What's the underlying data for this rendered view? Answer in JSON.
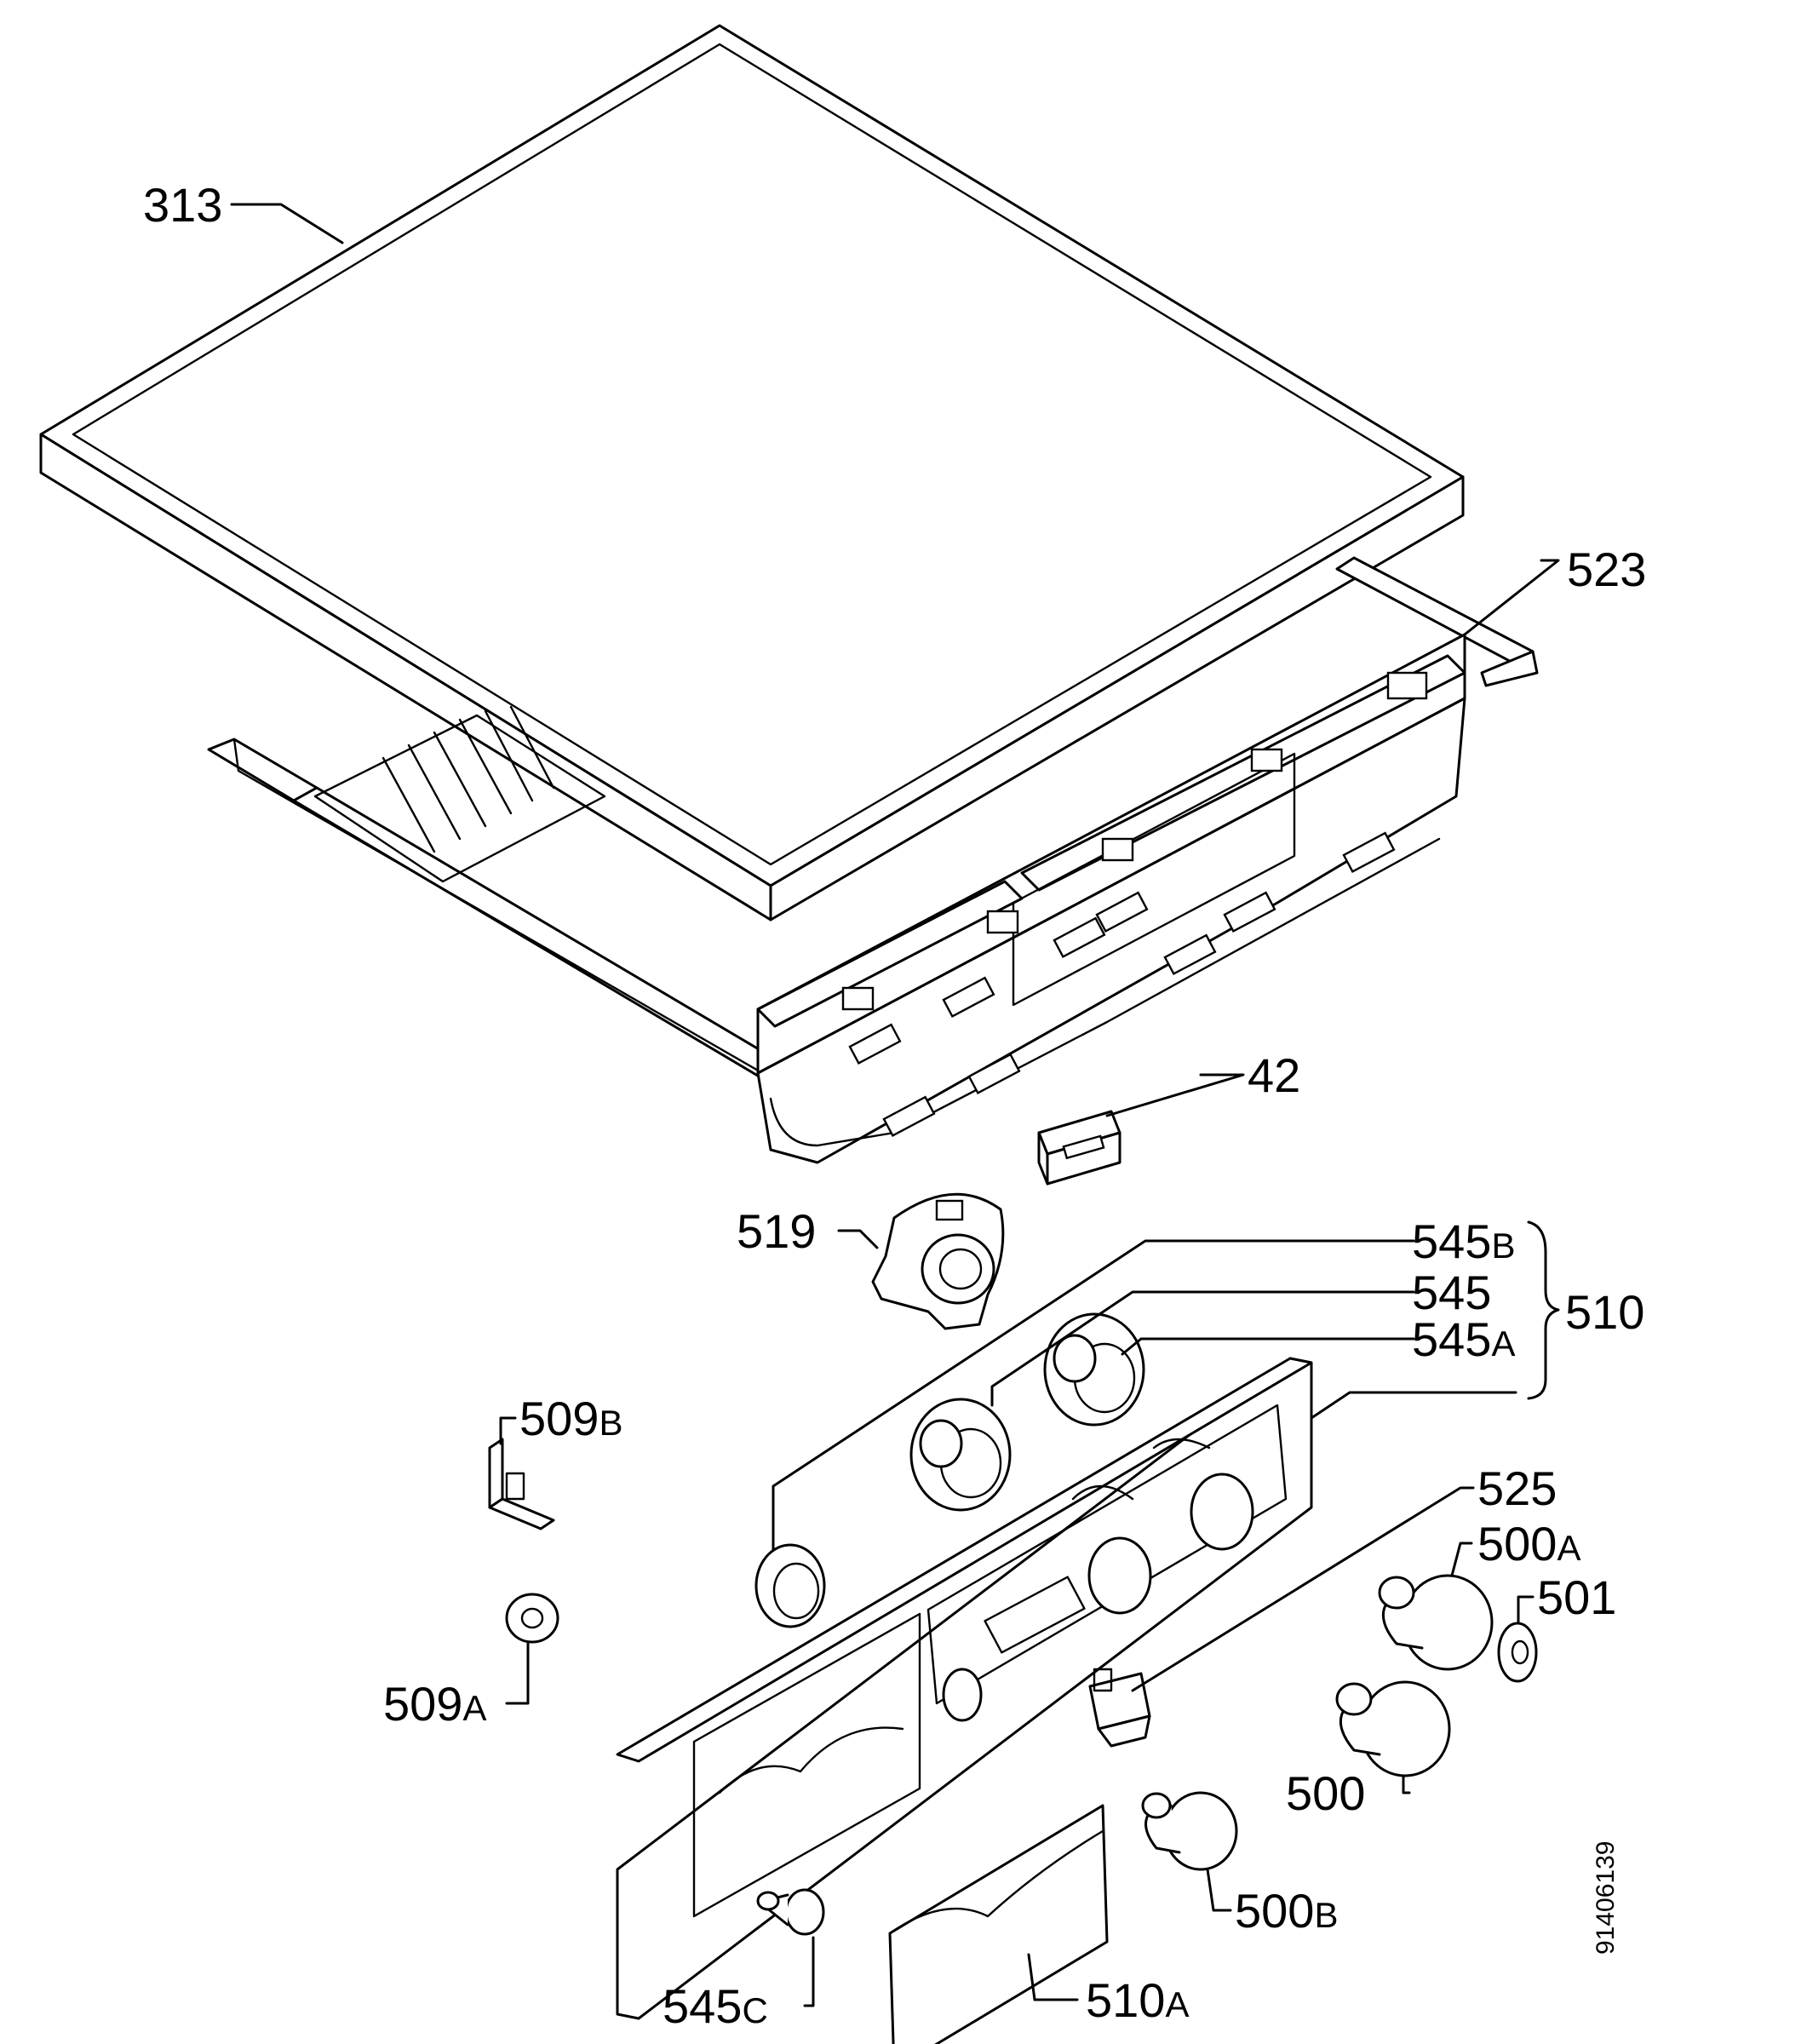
{
  "drawing_number": "91406139",
  "callouts": [
    {
      "id": "313",
      "main": "313",
      "suffix": ""
    },
    {
      "id": "523",
      "main": "523",
      "suffix": ""
    },
    {
      "id": "42",
      "main": "42",
      "suffix": ""
    },
    {
      "id": "519",
      "main": "519",
      "suffix": ""
    },
    {
      "id": "545b",
      "main": "545",
      "suffix": "B"
    },
    {
      "id": "545",
      "main": "545",
      "suffix": ""
    },
    {
      "id": "545a",
      "main": "545",
      "suffix": "A"
    },
    {
      "id": "510",
      "main": "510",
      "suffix": ""
    },
    {
      "id": "509b",
      "main": "509",
      "suffix": "B"
    },
    {
      "id": "509a",
      "main": "509",
      "suffix": "A"
    },
    {
      "id": "525",
      "main": "525",
      "suffix": ""
    },
    {
      "id": "500a",
      "main": "500",
      "suffix": "A"
    },
    {
      "id": "501",
      "main": "501",
      "suffix": ""
    },
    {
      "id": "500",
      "main": "500",
      "suffix": ""
    },
    {
      "id": "500b",
      "main": "500",
      "suffix": "B"
    },
    {
      "id": "545c",
      "main": "545",
      "suffix": "C"
    },
    {
      "id": "510a",
      "main": "510",
      "suffix": "A"
    }
  ]
}
